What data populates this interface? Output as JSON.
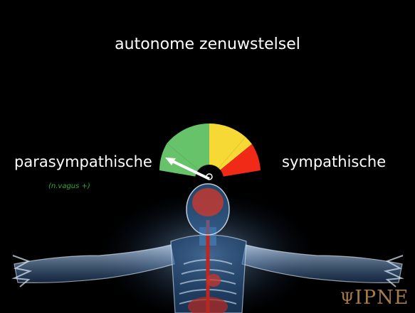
{
  "slide": {
    "title": "autonome zenuwstelsel",
    "left_label": "parasympathische",
    "left_sublabel": "(n.vagus +)",
    "right_label": "sympathische",
    "logo_text": "IPNE"
  },
  "gauge": {
    "segments": [
      {
        "color": "#66c36a"
      },
      {
        "color": "#f6d935"
      },
      {
        "color": "#f12a17"
      }
    ],
    "needle_color": "#ffffff"
  },
  "colors": {
    "background": "#000000",
    "sublabel": "#2fa835",
    "logo": "#a57b4a"
  }
}
